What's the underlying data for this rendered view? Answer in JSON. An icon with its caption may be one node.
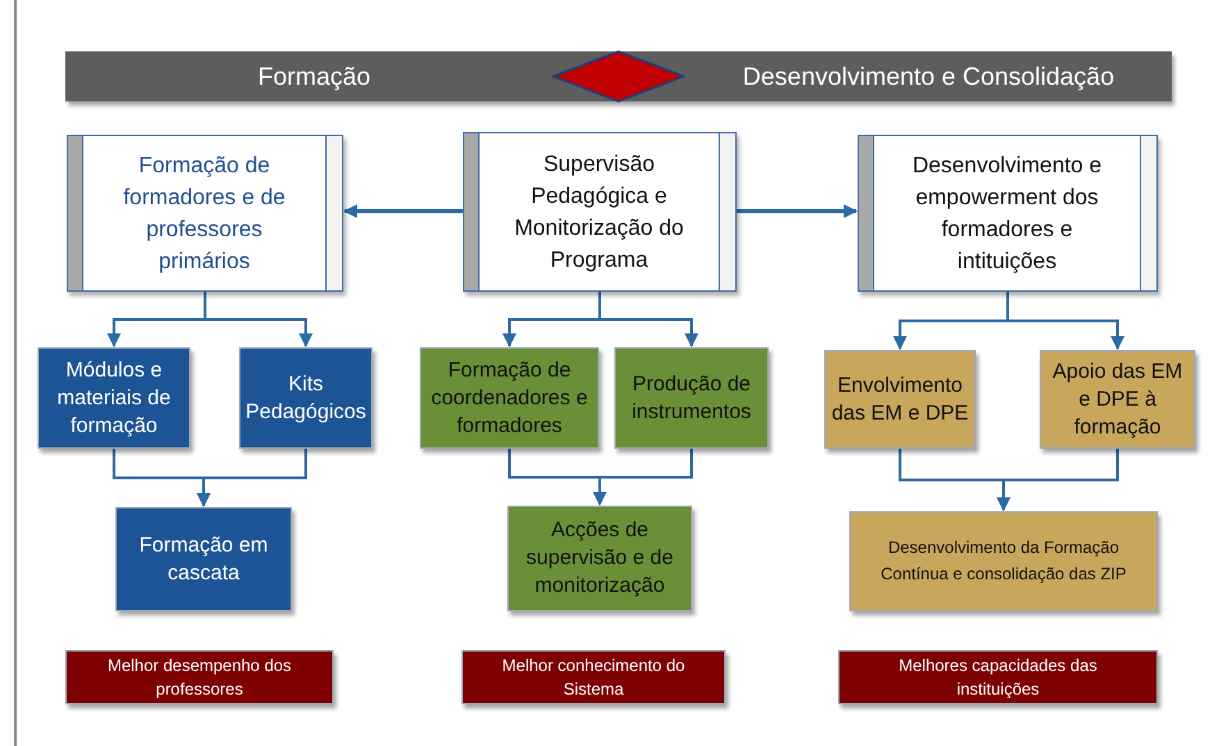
{
  "diagram": {
    "nodes": [
      {
        "text": [
          "Formação",
          "Desenvolvimento e Consolidação"
        ]
      },
      {
        "text": [],
        "shape": "diamond",
        "in": 0
      },
      {
        "text": [
          "Formação de formadores e de professores primários"
        ]
      },
      {
        "text": [
          "Supervisão Pedagógica e Monitorização do Programa"
        ]
      },
      {
        "text": [
          "Desenvolvimento e empowerment dos formadores e intituições"
        ]
      },
      {
        "text": [
          "Módulos e materiais de formação"
        ]
      },
      {
        "text": [
          "Kits Pedagógicos"
        ]
      },
      {
        "text": [
          "Formação de coordenadores e formadores"
        ]
      },
      {
        "text": [
          "Produção de instrumentos"
        ]
      },
      {
        "text": [
          "Envolvimento das EM e DPE"
        ]
      },
      {
        "text": [
          "Apoio das EM e DPE à formação"
        ]
      },
      {
        "text": [
          "Formação em cascata"
        ]
      },
      {
        "text": [
          "Acções de supervisão e de monitorização"
        ]
      },
      {
        "text": [
          "Desenvolvimento da Formação Contínua e consolidação das ZIP"
        ]
      },
      {
        "text": [
          "Melhor desempenho dos professores"
        ]
      },
      {
        "text": [
          "Melhor conhecimento do Sistema"
        ]
      },
      {
        "text": [
          "Melhores capacidades das instituições"
        ]
      }
    ],
    "edges": [
      {
        "from": 3,
        "to": 2,
        "arrow": "to"
      },
      {
        "from": 3,
        "to": 4,
        "arrow": "to"
      },
      {
        "from": 2,
        "to": 5,
        "arrow": "to"
      },
      {
        "from": 2,
        "to": 6,
        "arrow": "to"
      },
      {
        "from": 3,
        "to": 7,
        "arrow": "to"
      },
      {
        "from": 3,
        "to": 8,
        "arrow": "to"
      },
      {
        "from": 4,
        "to": 9,
        "arrow": "to"
      },
      {
        "from": 4,
        "to": 10,
        "arrow": "to"
      },
      {
        "from": 5,
        "to": 11,
        "arrow": "to"
      },
      {
        "from": 6,
        "to": 11,
        "arrow": "to"
      },
      {
        "from": 7,
        "to": 12,
        "arrow": "to"
      },
      {
        "from": 8,
        "to": 12,
        "arrow": "to"
      },
      {
        "from": 9,
        "to": 13,
        "arrow": "to"
      },
      {
        "from": 10,
        "to": 13,
        "arrow": "to"
      }
    ]
  }
}
